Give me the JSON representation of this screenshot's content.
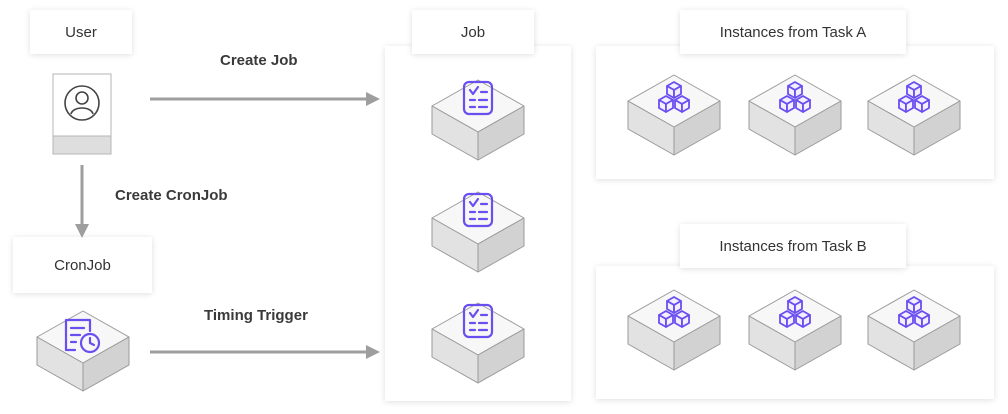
{
  "labels": {
    "user": "User",
    "job": "Job",
    "cronjob": "CronJob",
    "task_a": "Instances from Task A",
    "task_b": "Instances from Task B"
  },
  "edges": {
    "create_job": "Create Job",
    "create_cronjob": "Create CronJob",
    "timing_trigger": "Timing Trigger"
  },
  "colors": {
    "accent": "#6b4ef0",
    "arrow": "#9e9e9e",
    "cube_top": "#f7f7f7",
    "cube_left": "#e2e2e2",
    "cube_right": "#d2d2d2"
  },
  "icons": {
    "user": "user-avatar-icon",
    "job": "task-checklist-icon",
    "cronjob": "scheduled-task-icon",
    "instance": "stacked-boxes-icon"
  }
}
